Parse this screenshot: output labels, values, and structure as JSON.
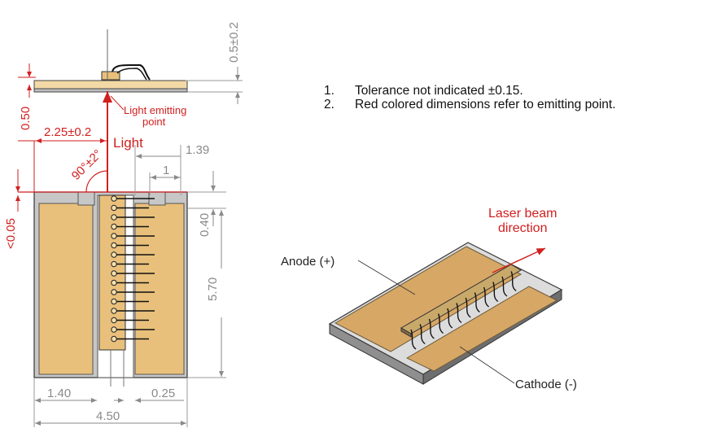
{
  "dimensions": {
    "top_thickness": "0.5±0.2",
    "emit_height": "0.50",
    "emit_x": "2.25±0.2",
    "angle": "90°±2°",
    "width_1_39": "1.39",
    "width_1": "1",
    "gap_0_05": "<0.05",
    "height_0_40": "0.40",
    "height_5_70": "5.70",
    "width_1_40": "1.40",
    "width_0_25": "0.25",
    "width_4_50": "4.50"
  },
  "labels": {
    "light_emitting_point": [
      "Light emitting",
      "point"
    ],
    "light": "Light",
    "laser_beam": [
      "Laser beam",
      "direction"
    ],
    "anode": "Anode (+)",
    "cathode": "Cathode (-)"
  },
  "notes": [
    {
      "num": "1.",
      "text": "Tolerance not indicated ±0.15."
    },
    {
      "num": "2.",
      "text": "Red colored dimensions refer to emitting point."
    }
  ],
  "colors": {
    "gold": "#e9c07b",
    "substrate": "#cfcfcf",
    "dimension_red": "#d21f1f",
    "dimension_gray": "#8a8a8a"
  }
}
